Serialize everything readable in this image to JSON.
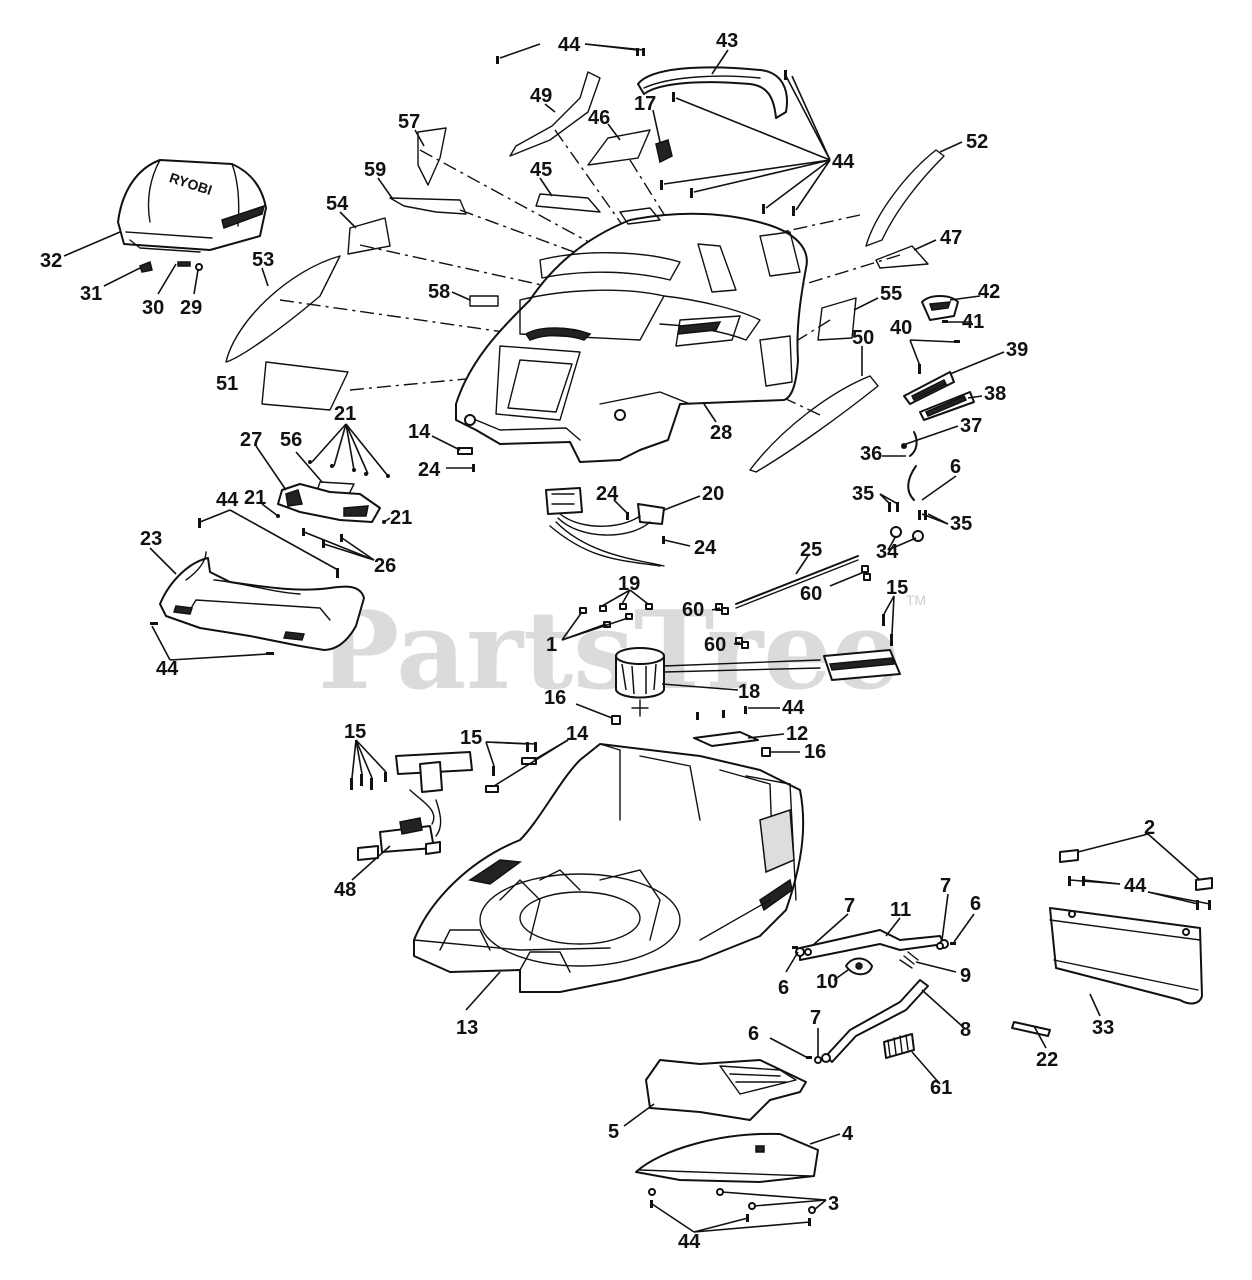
{
  "watermark": {
    "brand": "PartsTree",
    "trademark": "TM"
  },
  "decal_text": {
    "ryobi": "RYOBI"
  },
  "labels": {
    "p1": "1",
    "p2": "2",
    "p3": "3",
    "p4": "4",
    "p5": "5",
    "p6": "6",
    "p7": "7",
    "p8": "8",
    "p9": "9",
    "p10": "10",
    "p11": "11",
    "p12": "12",
    "p13": "13",
    "p14": "14",
    "p15": "15",
    "p16": "16",
    "p17": "17",
    "p18": "18",
    "p19": "19",
    "p20": "20",
    "p21": "21",
    "p22": "22",
    "p23": "23",
    "p24": "24",
    "p25": "25",
    "p26": "26",
    "p27": "27",
    "p28": "28",
    "p29": "29",
    "p30": "30",
    "p31": "31",
    "p32": "32",
    "p33": "33",
    "p34": "34",
    "p35": "35",
    "p36": "36",
    "p37": "37",
    "p38": "38",
    "p39": "39",
    "p40": "40",
    "p41": "41",
    "p42": "42",
    "p43": "43",
    "p44": "44",
    "p45": "45",
    "p46": "46",
    "p47": "47",
    "p48": "48",
    "p49": "49",
    "p50": "50",
    "p51": "51",
    "p52": "52",
    "p53": "53",
    "p54": "54",
    "p55": "55",
    "p56": "56",
    "p57": "57",
    "p58": "58",
    "p59": "59",
    "p60": "60",
    "p61": "61"
  }
}
